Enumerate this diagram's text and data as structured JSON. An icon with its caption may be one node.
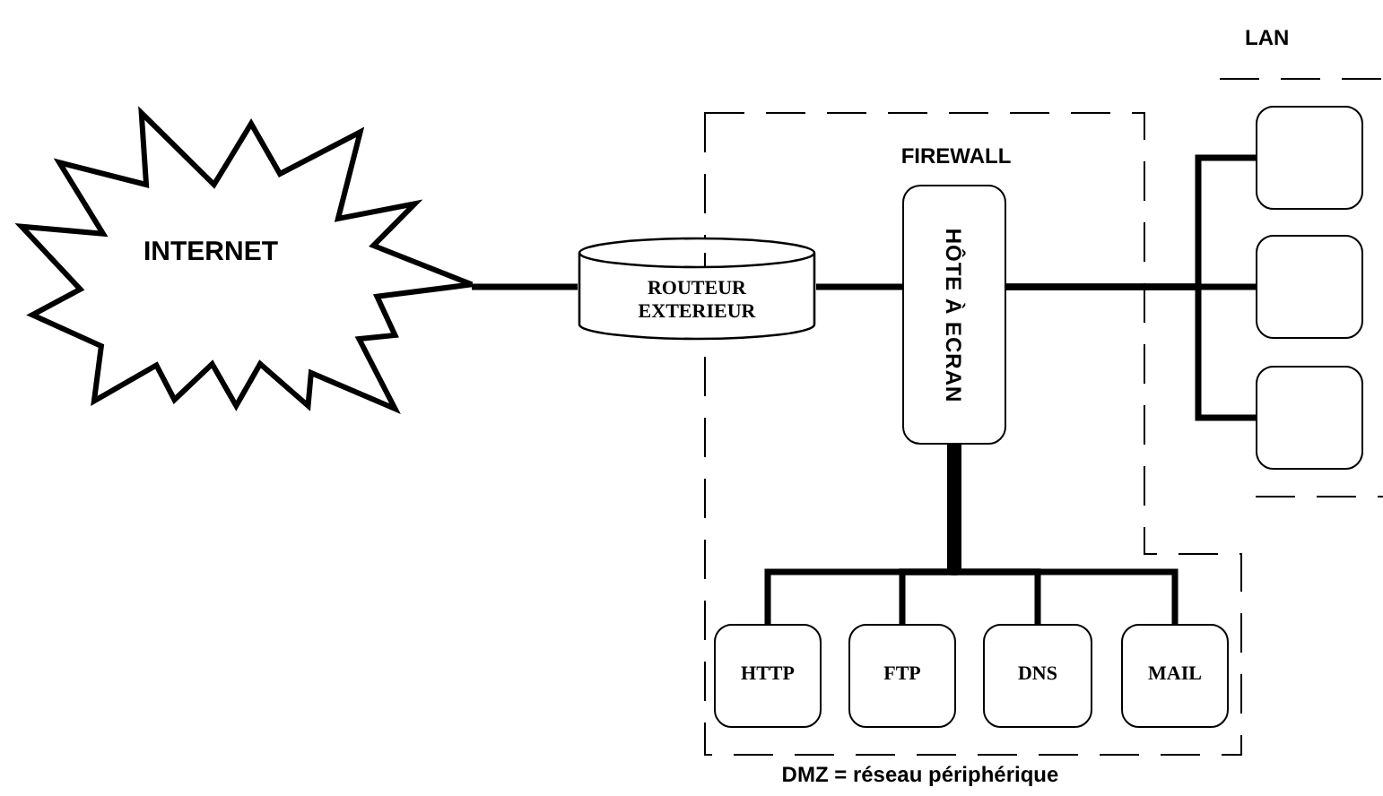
{
  "diagram": {
    "nodes": [
      {
        "text": [
          "INTERNET"
        ]
      },
      {
        "text": [
          "ROUTEUR EXTERIEUR"
        ]
      },
      {
        "text": [
          "DMZ = réseau périphérique"
        ]
      },
      {
        "text": [
          "FIREWALL",
          "HÔTE À ECRAN"
        ],
        "in": 2
      },
      {
        "text": [
          "HTTP"
        ],
        "in": 2
      },
      {
        "text": [
          "FTP"
        ],
        "in": 2
      },
      {
        "text": [
          "DNS"
        ],
        "in": 2
      },
      {
        "text": [
          "MAIL"
        ],
        "in": 2
      },
      {
        "text": [
          "LAN"
        ]
      },
      {
        "text": [],
        "shape": "box",
        "in": 8
      },
      {
        "text": [],
        "shape": "box",
        "in": 8
      },
      {
        "text": [],
        "shape": "box",
        "in": 8
      }
    ],
    "edges": [
      {
        "from": 0,
        "to": 1,
        "arrow": "none"
      },
      {
        "from": 1,
        "to": 3,
        "arrow": "none"
      },
      {
        "from": 3,
        "to": 9,
        "arrow": "none"
      },
      {
        "from": 3,
        "to": 10,
        "arrow": "none"
      },
      {
        "from": 3,
        "to": 11,
        "arrow": "none"
      },
      {
        "from": 3,
        "to": 4,
        "arrow": "none"
      },
      {
        "from": 3,
        "to": 5,
        "arrow": "none"
      },
      {
        "from": 3,
        "to": 6,
        "arrow": "none"
      },
      {
        "from": 3,
        "to": 7,
        "arrow": "none"
      }
    ]
  }
}
